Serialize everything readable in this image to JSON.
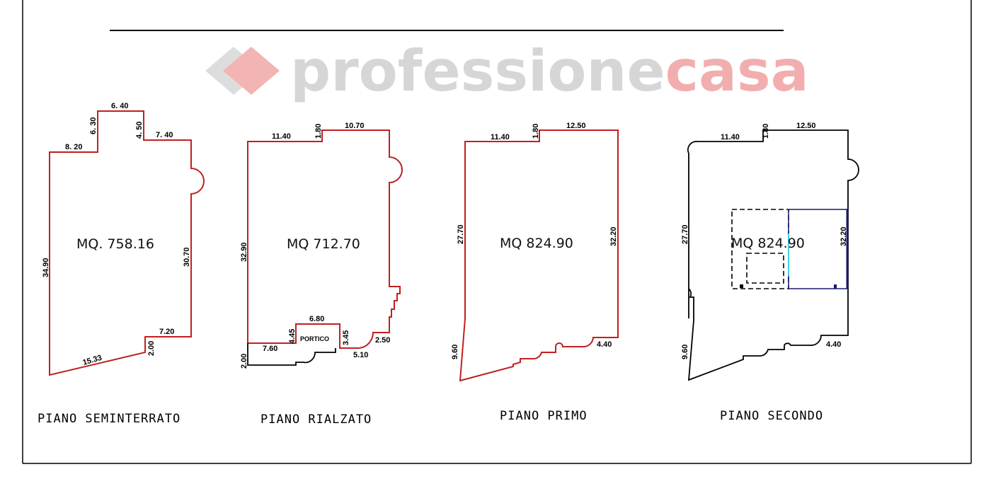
{
  "watermark": {
    "part1": "professione",
    "part2": "casa",
    "gray": "#d0d0d0",
    "red": "#f0a0a0"
  },
  "colors": {
    "outline_red": "#c02020",
    "outline_black": "#000000",
    "accent_navy": "#1a1a6e",
    "accent_cyan": "#40d0e0"
  },
  "plans": [
    {
      "title": "PIANO SEMINTERRATO",
      "area": "MQ.  758.16",
      "dims": [
        "6. 40",
        "6. 30",
        "4. 50",
        "7. 40",
        "8. 20",
        "34.90",
        "30.70",
        "7.20",
        "2.00",
        "15.33"
      ]
    },
    {
      "title": "PIANO RIALZATO",
      "area": "MQ  712.70",
      "portico": "PORTICO",
      "dims": [
        "11.40",
        "1.80",
        "10.70",
        "32.90",
        "6.80",
        "4.45",
        "3.45",
        "5.10",
        "2.50",
        "7.60",
        "2.00"
      ]
    },
    {
      "title": "PIANO PRIMO",
      "area": "MQ  824.90",
      "dims": [
        "11.40",
        "1.80",
        "12.50",
        "27.70",
        "32.20",
        "9.60",
        "4.40"
      ]
    },
    {
      "title": "PIANO SECONDO",
      "area": "MQ  824.90",
      "dims": [
        "11.40",
        "1.80",
        "12.50",
        "27.70",
        "32.20",
        "9.60",
        "4.40"
      ]
    }
  ]
}
